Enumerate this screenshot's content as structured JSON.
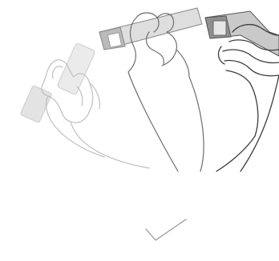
{
  "illustration": {
    "subject": "hand-shaking-device-gesture",
    "poses": [
      {
        "id": "ghost-left",
        "opacity": 0.35
      },
      {
        "id": "middle",
        "opacity": 0.8
      },
      {
        "id": "front-right",
        "opacity": 1
      }
    ],
    "device_fill": "#9a9a9a",
    "device_fill_light": "#c8c8c8",
    "line_color": "#4a4a4a",
    "line_color_light": "#bdbdbd"
  },
  "check_mark": {
    "icon": "check-icon",
    "color": "#9a9a9a"
  }
}
